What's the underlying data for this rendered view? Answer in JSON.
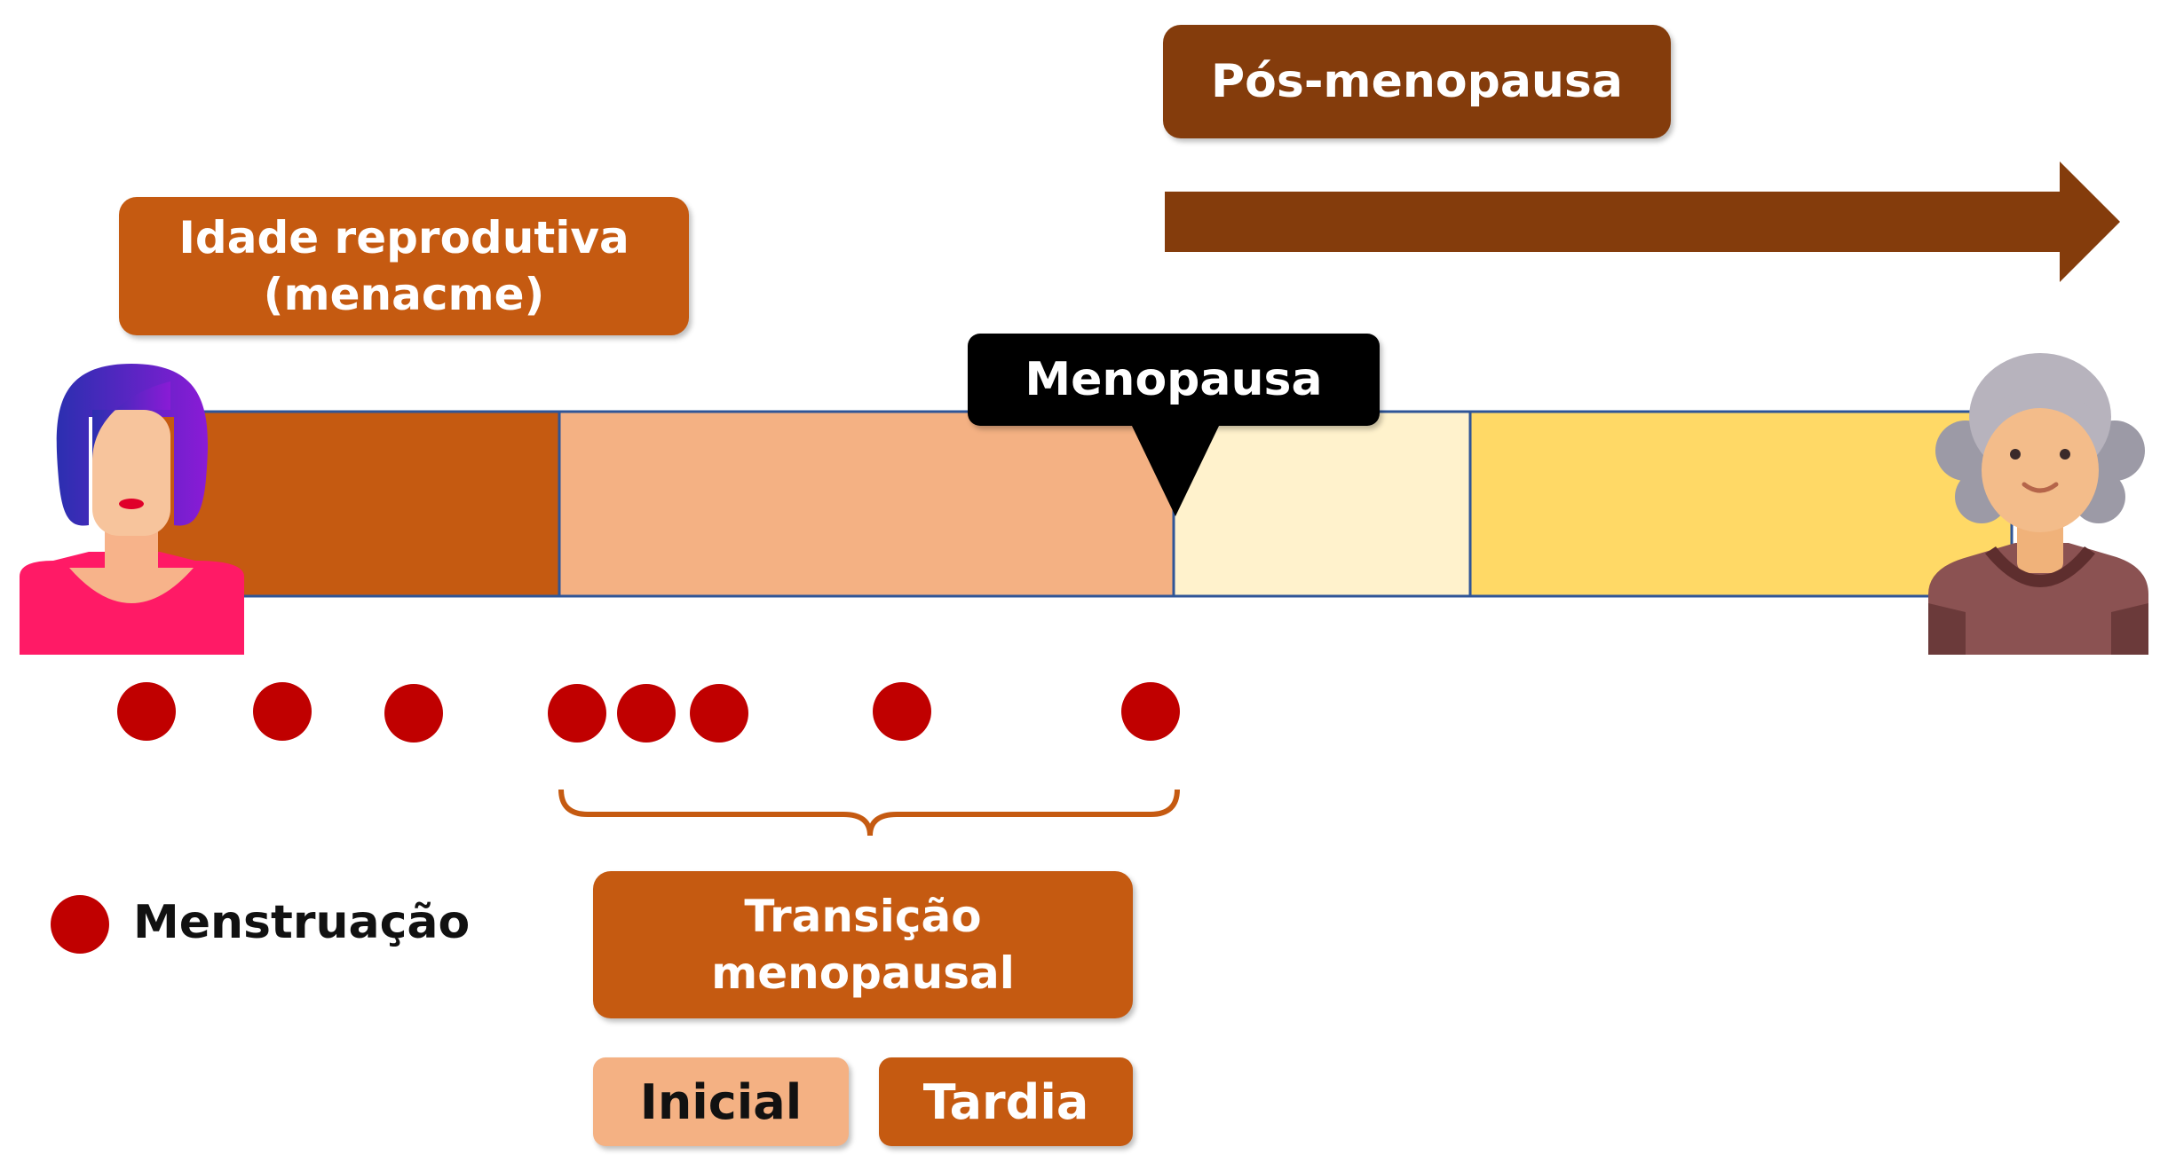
{
  "labels": {
    "reproductive_age": "Idade reprodutiva\n(menacme)",
    "postmenopause": "Pós-menopausa",
    "menopause": "Menopausa",
    "menopausal_transition": "Transição\nmenopausal",
    "early": "Inicial",
    "late": "Tardia",
    "legend_menstruation": "Menstruação"
  },
  "colors": {
    "reproductive": "#c55a11",
    "transition": "#f4b183",
    "early_post": "#fff2cc",
    "late_post": "#ffd966",
    "postmenopause_arrow": "#843c0c",
    "menstruation_dot": "#c00000",
    "menopause_marker": "#000000"
  },
  "icons": {
    "young_woman": "young-woman-icon",
    "old_woman": "old-woman-icon"
  }
}
